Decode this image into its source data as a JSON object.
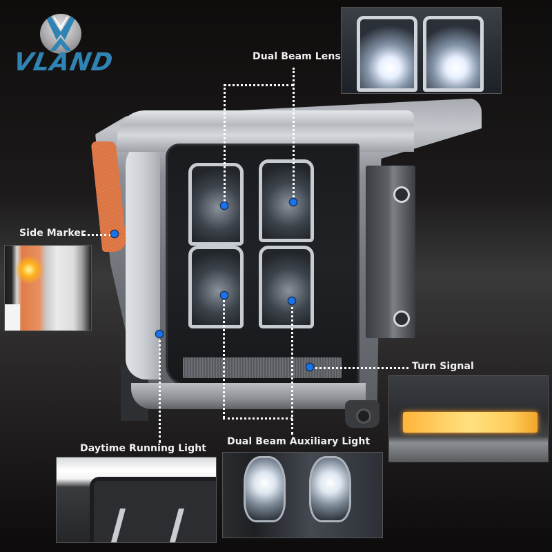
{
  "brand": {
    "name": "VLAND",
    "logo_icon": "vland-emblem-icon",
    "color": "#2f84b4"
  },
  "callouts": [
    {
      "id": "dual-beam-lens",
      "label": "Dual Beam Lens"
    },
    {
      "id": "side-marker",
      "label": "Side Marker"
    },
    {
      "id": "turn-signal",
      "label": "Turn Signal"
    },
    {
      "id": "daytime-running-light",
      "label": "Daytime Running Light"
    },
    {
      "id": "dual-beam-auxiliary-light",
      "label": "Dual Beam Auxiliary Light"
    }
  ],
  "colors": {
    "marker_dot": "#1a73e8",
    "connector": "#ffffff",
    "label_text": "#f2f2f2",
    "side_marker_amber": "#e07e4e",
    "turn_signal_amber": "#ffc04a"
  }
}
